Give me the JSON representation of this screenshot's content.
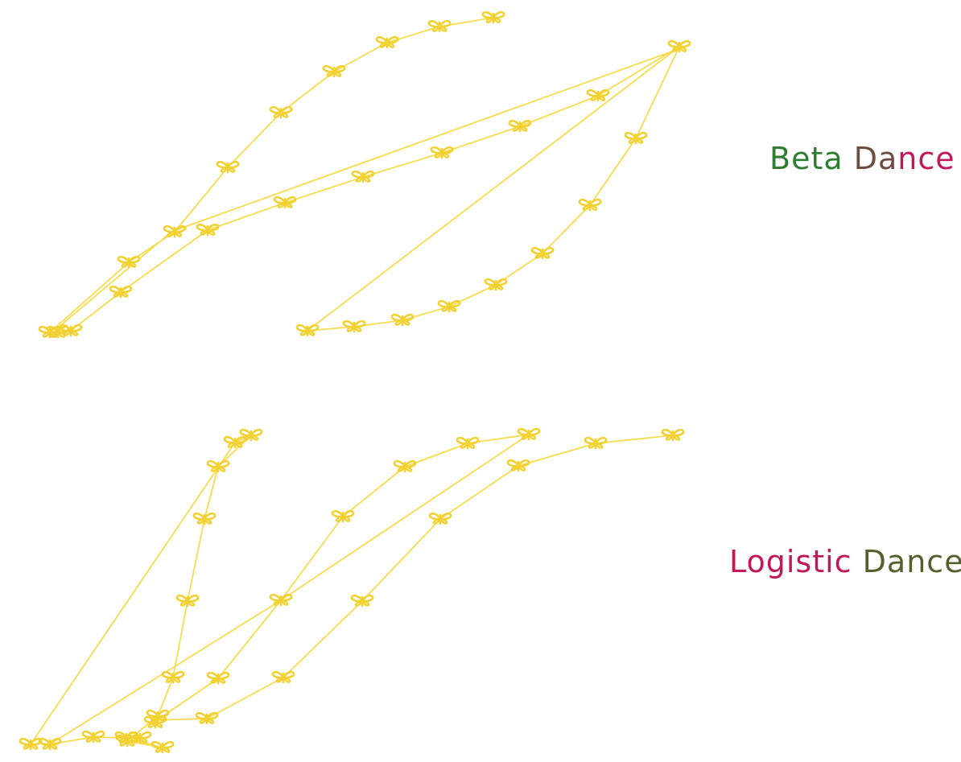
{
  "colors": {
    "path": "#f7dc4f",
    "butterfly": "#f2d132",
    "label_green": "#2e7d32",
    "label_brown": "#6d4c41",
    "label_pink": "#c2185b",
    "label_olive": "#55602f"
  },
  "icon": "butterfly-icon",
  "dances": [
    {
      "label_words": [
        {
          "text": "Beta",
          "color": "#2e7d32"
        },
        {
          "text": " "
        },
        {
          "text": "Da",
          "color": "#6d4c41"
        },
        {
          "text": "nce",
          "color": "#c2185b"
        }
      ]
    },
    {
      "label_words": [
        {
          "text": "Logistic",
          "color": "#c2185b"
        },
        {
          "text": " "
        },
        {
          "text": "Dance",
          "color": "#55602f"
        }
      ]
    }
  ]
}
